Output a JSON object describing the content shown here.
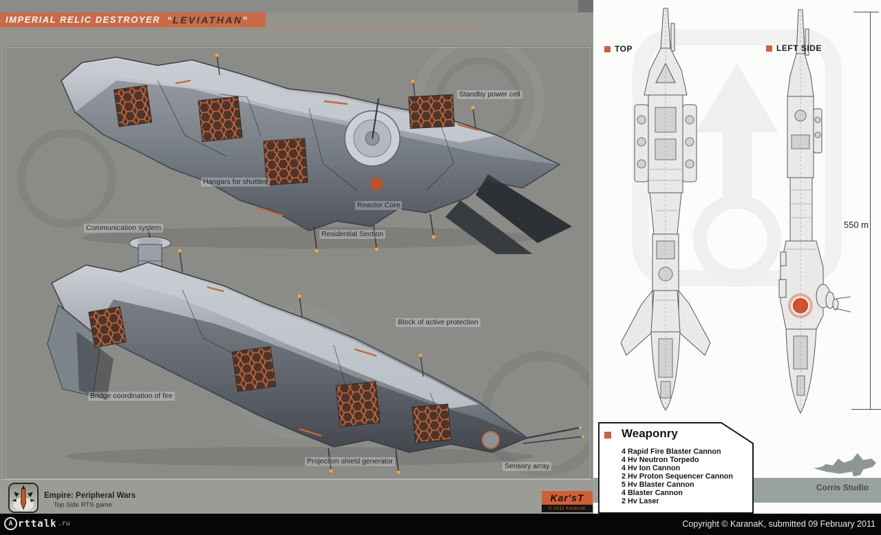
{
  "banner": {
    "series": "IMPERIAL RELIC DESTROYER",
    "quote_open": "“",
    "name": "LEVIATHAN",
    "quote_close": "”"
  },
  "art_labels": [
    "Standby power cell",
    "Hangars for shuttles",
    "Reactor Core",
    "Residential Section",
    "Communication system",
    "Block of active protection",
    "Bridge coordination of fire",
    "Projection shield generator",
    "Sensory array"
  ],
  "empire": {
    "title": "Empire: Peripheral Wars",
    "subtitle": "Top Side RTS game"
  },
  "signature": {
    "artist": "Kar'sT",
    "note": "© 2011 KaranaK"
  },
  "schematic": {
    "top_view_label": "TOP",
    "side_view_label": "LEFT SIDE",
    "length": "550 m"
  },
  "weaponry": {
    "title": "Weaponry",
    "items": [
      "4 Rapid Fire Blaster Cannon",
      "4 Hv Neutron Torpedo",
      "4 Hv Ion Cannon",
      "2 Hv Proton Sequencer Cannon",
      "5 Hv Blaster Cannon",
      "4 Blaster Cannon",
      "2 Hv Laser"
    ]
  },
  "studio": {
    "name": "Corris Studio"
  },
  "footer": {
    "site_initial": "A",
    "site_name": "rttalk",
    "site_tld": ".ru",
    "copyright": "Copyright © KaranaK, submitted 09 February 2011"
  },
  "colors": {
    "banner_orange": "#c96a49",
    "marker_orange": "#cc5f41",
    "reactor_orange": "#d4512c",
    "panel_gray": "#8b8b87",
    "band_gray": "#9aa2a0"
  }
}
